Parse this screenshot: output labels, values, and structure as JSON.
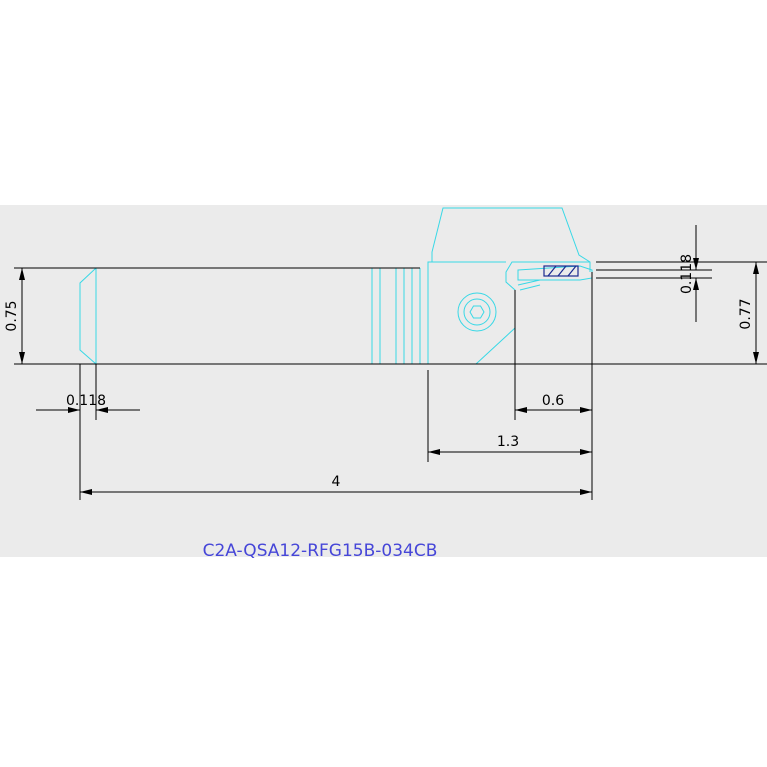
{
  "drawing": {
    "part_number": "C2A-QSA12-RFG15B-034CB",
    "colors": {
      "background": "#ffffff",
      "band": "#ebebeb",
      "outline": "#38d8e6",
      "dimension": "#000000",
      "title": "#4646d8"
    },
    "dimensions": {
      "shank_height": "0.75",
      "overall_height": "0.77",
      "chamfer": "0.118",
      "insert_width": "0.118",
      "head_offset": "0.6",
      "head_length": "1.3",
      "overall_length": "4"
    }
  }
}
